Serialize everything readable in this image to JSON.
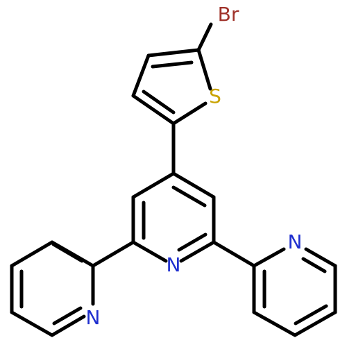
{
  "molecule": {
    "atoms": {
      "br": {
        "label": "Br",
        "color": "#a0322a"
      },
      "s": {
        "label": "S",
        "color": "#c9a300"
      },
      "n_central": {
        "label": "N",
        "color": "#1f2fcf"
      },
      "n_left": {
        "label": "N",
        "color": "#1f2fcf"
      },
      "n_right": {
        "label": "N",
        "color": "#1f2fcf"
      }
    },
    "bond_color": "#000000"
  }
}
